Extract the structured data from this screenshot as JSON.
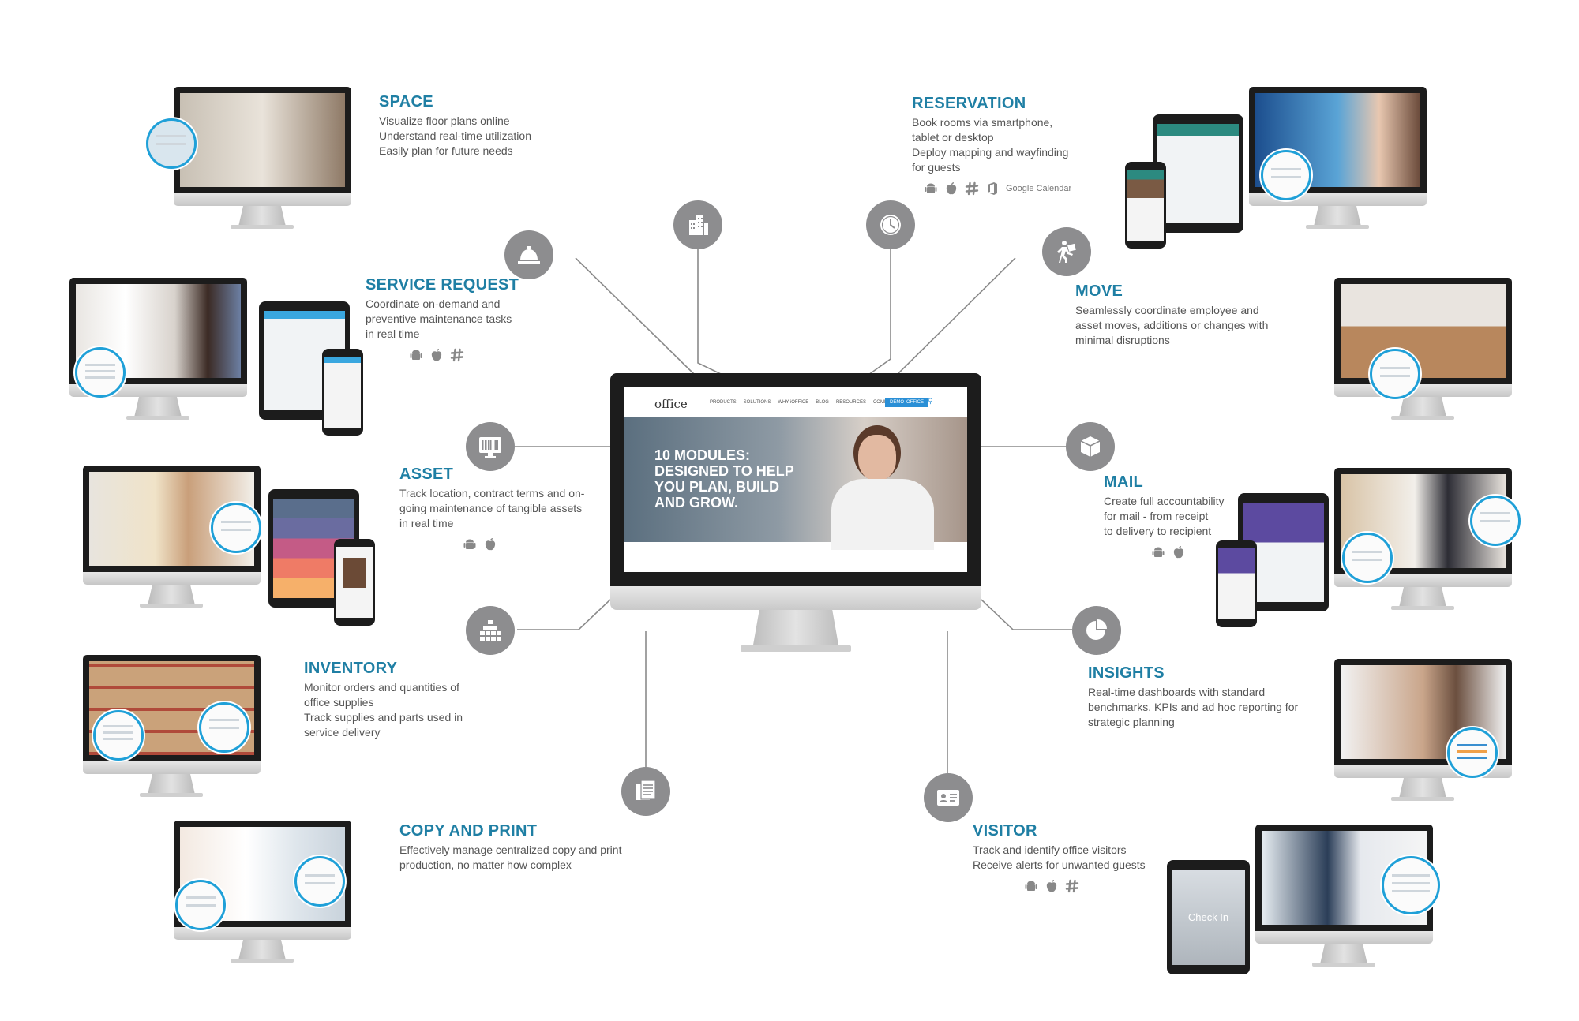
{
  "center": {
    "logo_text": "office",
    "nav_links": [
      "PRODUCTS",
      "SOLUTIONS",
      "WHY iOFFICE",
      "BLOG",
      "RESOURCES",
      "COMPANY"
    ],
    "demo_button": "DEMO iOFFICE",
    "headline_lines": [
      "10 MODULES:",
      "DESIGNED TO HELP",
      "YOU PLAN, BUILD",
      "AND GROW."
    ]
  },
  "modules": {
    "space": {
      "title": "SPACE",
      "lines": [
        "Visualize floor plans online",
        "Understand real-time utilization",
        "Easily plan for future needs"
      ]
    },
    "service_request": {
      "title": "SERVICE REQUEST",
      "lines": [
        "Coordinate on-demand and",
        "preventive maintenance tasks",
        "in real time"
      ],
      "platforms": [
        "android-icon",
        "apple-icon",
        "slack-icon"
      ]
    },
    "asset": {
      "title": "ASSET",
      "lines": [
        "Track location, contract terms and on-",
        "going maintenance of tangible assets",
        "in real time"
      ],
      "platforms": [
        "android-icon",
        "apple-icon"
      ]
    },
    "inventory": {
      "title": "INVENTORY",
      "lines": [
        "Monitor orders and quantities of",
        "office supplies",
        "Track supplies and parts used in",
        "service delivery"
      ]
    },
    "copy_print": {
      "title": "COPY AND PRINT",
      "lines": [
        "Effectively manage centralized copy and print",
        "production, no matter how complex"
      ]
    },
    "reservation": {
      "title": "RESERVATION",
      "lines": [
        "Book rooms via smartphone,",
        "tablet or desktop",
        "Deploy mapping and wayfinding",
        "for guests"
      ],
      "platforms": [
        "android-icon",
        "apple-icon",
        "slack-icon",
        "office-icon"
      ],
      "google_calendar": "Google Calendar"
    },
    "move": {
      "title": "MOVE",
      "lines": [
        "Seamlessly coordinate employee and",
        "asset moves, additions or changes with",
        "minimal disruptions"
      ]
    },
    "mail": {
      "title": "MAIL",
      "lines": [
        "Create full accountability",
        "for mail - from receipt",
        "to delivery to recipient"
      ],
      "platforms": [
        "android-icon",
        "apple-icon"
      ]
    },
    "insights": {
      "title": "INSIGHTS",
      "lines": [
        "Real-time dashboards with standard",
        "benchmarks, KPIs and ad hoc reporting for",
        "strategic planning"
      ]
    },
    "visitor": {
      "title": "VISITOR",
      "lines": [
        "Track and identify office visitors",
        "Receive alerts for unwanted guests"
      ],
      "platforms": [
        "android-icon",
        "apple-icon",
        "slack-icon"
      ],
      "checkin_text": "Check In"
    }
  },
  "hub_icons": [
    "service-bell-icon",
    "building-icon",
    "clock-icon",
    "mover-icon",
    "barcode-icon",
    "package-icon",
    "grid-icon",
    "pie-chart-icon",
    "copy-document-icon",
    "visitor-card-icon"
  ],
  "colors": {
    "accent": "#1f7fa4",
    "hub": "#8d8d8f",
    "line": "#8a8a8a",
    "zoom_ring": "#1fa0d8",
    "demo_button": "#2a8fd6"
  }
}
